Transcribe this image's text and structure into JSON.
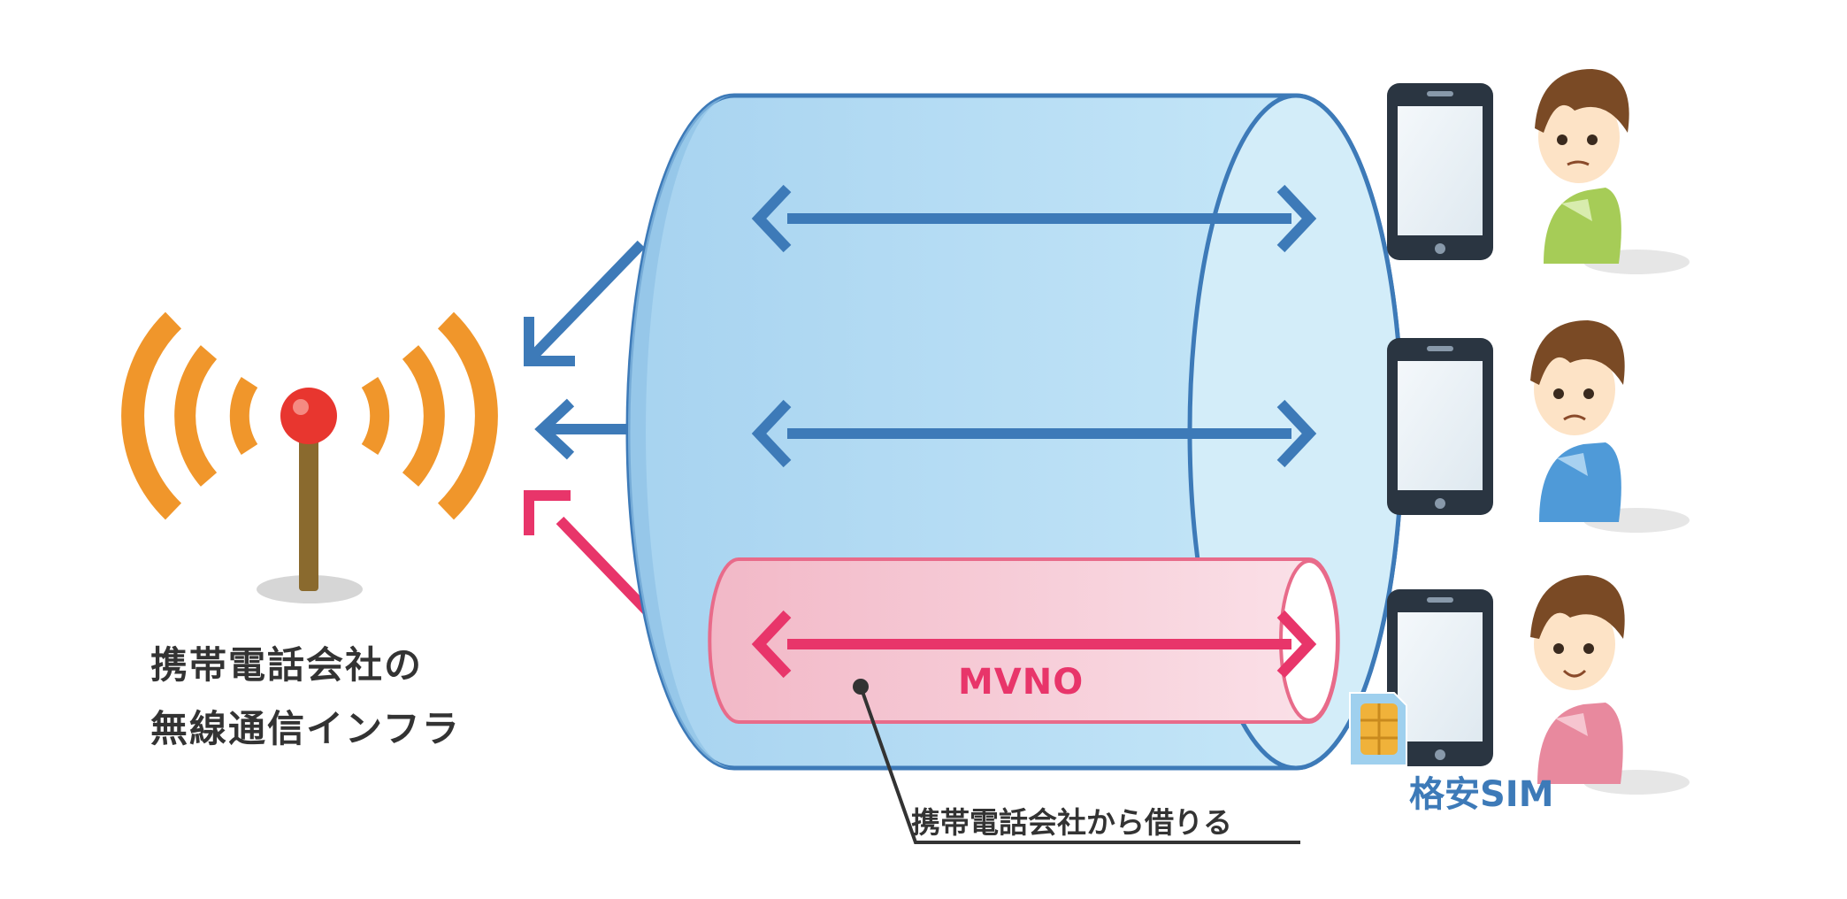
{
  "labels": {
    "carrier_line1": "携帯電話会社の",
    "carrier_line2": "無線通信インフラ",
    "mvno": "MVNO",
    "borrow": "携帯電話会社から借りる",
    "cheap_sim": "格安SIM"
  },
  "icons": {
    "antenna": "antenna-icon",
    "phone": "smartphone-icon",
    "sim": "sim-card-icon",
    "person": "person-icon"
  },
  "colors": {
    "signal_orange": "#f0962b",
    "antenna_red": "#e8362f",
    "pipe_blue": "#3d7ab8",
    "pipe_fill": "#bfe4f7",
    "mvno_pink": "#e8356a",
    "sim_gold": "#f0b23a",
    "phone_dark": "#2a3541"
  }
}
